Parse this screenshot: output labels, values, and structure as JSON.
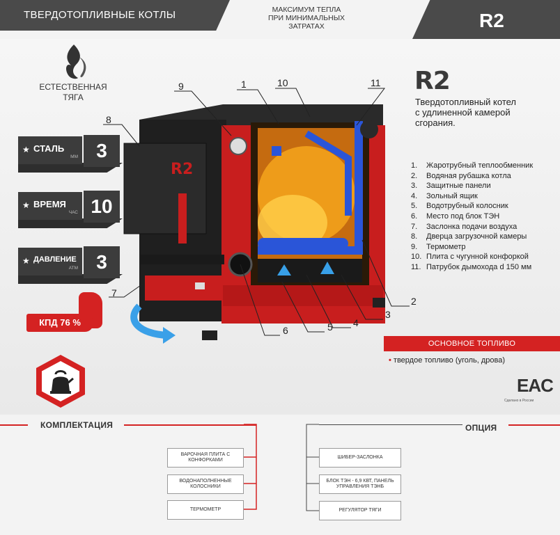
{
  "header": {
    "category": "ТВЕРДОТОПЛИВНЫЕ КОТЛЫ",
    "slogan_lines": [
      "МАКСИМУМ ТЕПЛА",
      "ПРИ МИНИМАЛЬНЫХ",
      "ЗАТРАТАХ"
    ],
    "model": "R2"
  },
  "draft": {
    "line1": "ЕСТЕСТВЕННАЯ",
    "line2": "ТЯГА"
  },
  "specs": [
    {
      "name": "СТАЛЬ",
      "unit": "ММ",
      "value": "3"
    },
    {
      "name": "ВРЕМЯ",
      "unit": "ЧАС",
      "value": "10"
    },
    {
      "name": "ДАВЛЕНИЕ",
      "unit": "АТМ",
      "value": "3"
    }
  ],
  "kpd": "КПД 76 %",
  "product": {
    "brand": "R2",
    "subtitle_lines": [
      "Твердотопливный котел",
      "с удлиненной камерой",
      "сгорания."
    ]
  },
  "parts": [
    {
      "n": "1.",
      "label": "Жаротрубный теплообменник"
    },
    {
      "n": "2.",
      "label": "Водяная рубашка котла"
    },
    {
      "n": "3.",
      "label": "Защитные панели"
    },
    {
      "n": "4.",
      "label": "Зольный ящик"
    },
    {
      "n": "5.",
      "label": "Водотрубный колосник"
    },
    {
      "n": "6.",
      "label": "Место под блок ТЭН"
    },
    {
      "n": "7.",
      "label": "Заслонка подачи воздуха"
    },
    {
      "n": "8.",
      "label": "Дверца загрузочной камеры"
    },
    {
      "n": "9.",
      "label": "Термометр"
    },
    {
      "n": "10.",
      "label": "Плита с чугунной конфоркой"
    },
    {
      "n": "11.",
      "label": "Патрубок дымохода d 150 мм"
    }
  ],
  "diagram_labels": [
    "1",
    "2",
    "3",
    "4",
    "5",
    "6",
    "7",
    "8",
    "9",
    "10",
    "11"
  ],
  "fuel": {
    "title": "ОСНОВНОЕ ТОПЛИВО",
    "item": "твердое топливо (уголь, дрова)"
  },
  "cert": {
    "mark": "EAC",
    "sub": "Сделано в России"
  },
  "complect": {
    "title": "КОМПЛЕКТАЦИЯ",
    "items": [
      "ВАРОЧНАЯ ПЛИТА С КОНФОРКАМИ",
      "ВОДОНАПОЛНЕННЫЕ КОЛОСНИКИ",
      "ТЕРМОМЕТР"
    ]
  },
  "options": {
    "title": "ОПЦИЯ",
    "items": [
      "ШИБЕР-ЗАСЛОНКА",
      "БЛОК ТЭН - 6,9 КВТ, ПАНЕЛЬ УПРАВЛЕНИЯ ТЭНБ",
      "РЕГУЛЯТОР ТЯГИ"
    ]
  },
  "colors": {
    "accent": "#d42222",
    "dark": "#3c3c3c"
  }
}
